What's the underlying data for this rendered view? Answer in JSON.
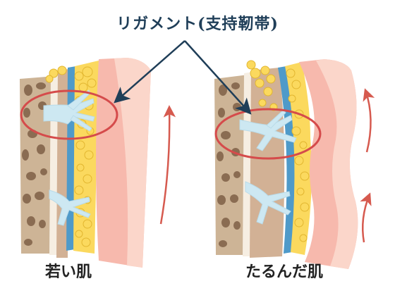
{
  "title": "リガメント(支持靭帯)",
  "left_caption": "若い肌",
  "right_caption": "たるんだ肌",
  "colors": {
    "bone_outer": "#cdb496",
    "bone_pore": "#8a6c52",
    "bone_cortex": "#f6eee2",
    "muscle": "#d2b195",
    "fascia": "#4f9ac9",
    "fat": "#fbd95e",
    "fat_outline": "#e2b630",
    "ligament": "#cde8f2",
    "skin_inner": "#f7b9ad",
    "skin_outer": "#fbd6ca",
    "highlight_ellipse": "#d54b4b",
    "pointer_arrow": "#1f3e58",
    "flow_arrow": "#d65a4f",
    "text": "#222222"
  }
}
